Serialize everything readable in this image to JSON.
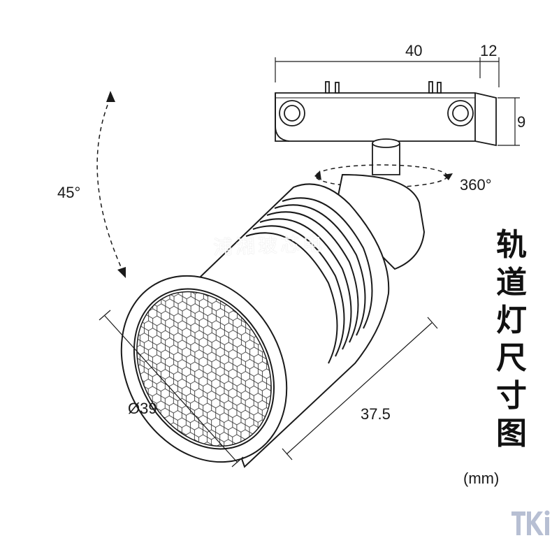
{
  "dimensions": {
    "rail_length": "40",
    "rail_depth": "12",
    "rail_height": "9",
    "diameter": "Ø39",
    "body_length": "37.5",
    "tilt_angle": "45°",
    "rotation_angle": "360°"
  },
  "title_chars": [
    "轨",
    "道",
    "灯",
    "尺",
    "寸",
    "图"
  ],
  "unit": "(mm)",
  "watermark": "浦湘玻芯电",
  "logo_text": "TKI",
  "colors": {
    "line": "#1a1a1a",
    "logo": "#b7bfd3"
  }
}
